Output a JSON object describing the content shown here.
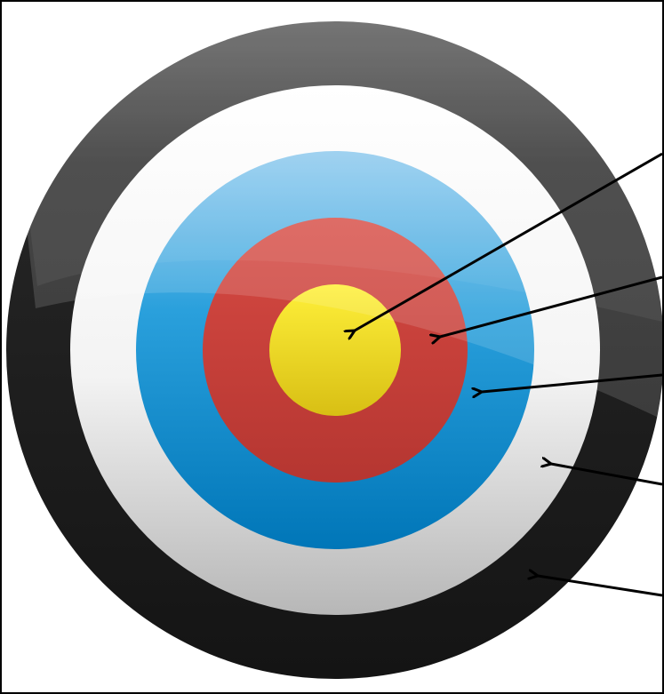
{
  "rings": [
    {
      "name": "black",
      "color": "#2b2b2b"
    },
    {
      "name": "white",
      "color": "#f4f4f4"
    },
    {
      "name": "blue",
      "color": "#1596d4"
    },
    {
      "name": "red",
      "color": "#c8403a"
    },
    {
      "name": "yellow",
      "color": "#f5d91a"
    }
  ],
  "arrow_color": "#000000"
}
